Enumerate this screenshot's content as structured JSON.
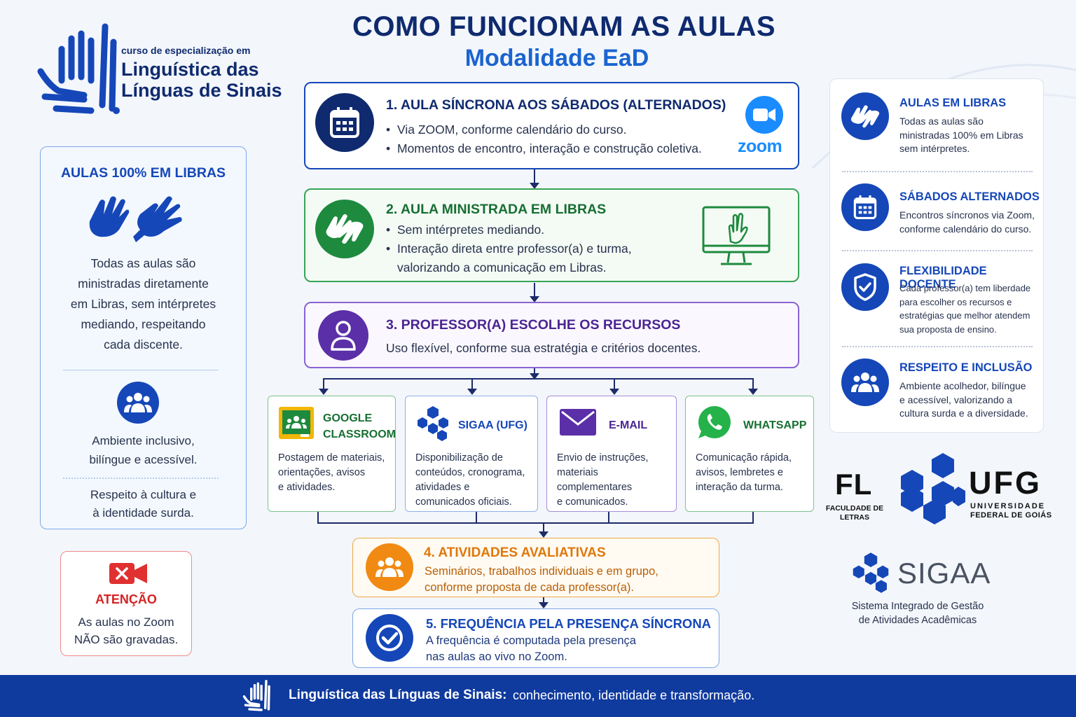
{
  "header": {
    "title": "COMO FUNCIONAM AS AULAS",
    "subtitle": "Modalidade EaD"
  },
  "logo": {
    "line1": "curso de especialização em",
    "line2": "Linguística das",
    "line3": "Línguas de Sinais"
  },
  "left_panel": {
    "title": "AULAS 100% EM LIBRAS",
    "text": [
      "Todas as aulas são",
      "ministradas diretamente",
      "em Libras, sem intérpretes",
      "mediando, respeitando",
      "cada discente."
    ],
    "inclusive": [
      "Ambiente inclusivo,",
      "bilíngue e acessível."
    ],
    "respect": [
      "Respeito à cultura e",
      "à identidade surda."
    ]
  },
  "attention": {
    "title": "ATENÇÃO",
    "text": [
      "As aulas no Zoom",
      "NÃO são gravadas."
    ]
  },
  "steps": [
    {
      "title": "1. AULA SÍNCRONA AOS SÁBADOS (ALTERNADOS)",
      "bullets": [
        "Via ZOOM, conforme calendário do curso.",
        "Momentos de encontro, interação e construção coletiva."
      ],
      "badge": "zoom",
      "color": "#1547b8"
    },
    {
      "title": "2. AULA MINISTRADA EM LIBRAS",
      "bullets": [
        "Sem intérpretes mediando.",
        "Interação direta entre professor(a) e turma,",
        "valorizando a comunicação em Libras."
      ],
      "color": "#1e8a3e"
    },
    {
      "title": "3. PROFESSOR(A) ESCOLHE OS RECURSOS",
      "text": "Uso flexível, conforme sua estratégia e critérios docentes.",
      "color": "#5b2fa8"
    },
    {
      "title": "4. ATIVIDADES AVALIATIVAS",
      "text": [
        "Seminários, trabalhos individuais e em grupo,",
        "conforme proposta de cada professor(a)."
      ],
      "color": "#e8860f"
    },
    {
      "title": "5. FREQUÊNCIA PELA PRESENÇA SÍNCRONA",
      "text": [
        "A frequência é computada pela presença",
        "nas aulas ao vivo no Zoom."
      ],
      "color": "#1547b8"
    }
  ],
  "tools": [
    {
      "title": [
        "GOOGLE",
        "CLASSROOM"
      ],
      "desc": [
        "Postagem de materiais,",
        "orientações, avisos",
        "e atividades."
      ],
      "color": "#1e8a3e"
    },
    {
      "title": [
        "SIGAA (UFG)"
      ],
      "desc": [
        "Disponibilização de",
        "conteúdos, cronograma,",
        "atividades e",
        "comunicados oficiais."
      ],
      "color": "#1547b8"
    },
    {
      "title": [
        "E-MAIL"
      ],
      "desc": [
        "Envio de instruções,",
        "materiais complementares",
        "e comunicados."
      ],
      "color": "#5b2fa8"
    },
    {
      "title": [
        "WHATSAPP"
      ],
      "desc": [
        "Comunicação rápida,",
        "avisos, lembretes e",
        "interação da turma."
      ],
      "color": "#1e8a3e"
    }
  ],
  "right_panel": [
    {
      "title": "AULAS EM LIBRAS",
      "desc": [
        "Todas as aulas são",
        "ministradas 100% em Libras",
        "sem intérpretes."
      ],
      "icon": "hands-icon"
    },
    {
      "title": "SÁBADOS ALTERNADOS",
      "desc": [
        "Encontros síncronos via Zoom,",
        "conforme calendário do curso."
      ],
      "icon": "calendar-icon"
    },
    {
      "title": "FLEXIBILIDADE DOCENTE",
      "desc": [
        "Cada professor(a) tem liberdade",
        "para escolher os recursos e",
        "estratégias que melhor atendem",
        "sua proposta de ensino."
      ],
      "icon": "shield-icon"
    },
    {
      "title": "RESPEITO E INCLUSÃO",
      "desc": [
        "Ambiente acolhedor, bilíngue",
        "e acessível, valorizando a",
        "cultura surda e a diversidade."
      ],
      "icon": "people-icon"
    }
  ],
  "institutions": {
    "fl": "FL",
    "fl_name": [
      "FACULDADE DE",
      "LETRAS"
    ],
    "ufg": "UFG",
    "ufg_name": [
      "UNIVERSIDADE",
      "FEDERAL DE GOIÁS"
    ],
    "sigaa": "SIGAA",
    "sigaa_name": [
      "Sistema Integrado de Gestão",
      "de Atividades Acadêmicas"
    ]
  },
  "footer": {
    "brand": "Linguística das Línguas de Sinais:",
    "tagline": "conhecimento, identidade e transformação."
  },
  "colors": {
    "navy": "#0f2a6e",
    "blue": "#1547b8",
    "green": "#1e8a3e",
    "purple": "#5b2fa8",
    "orange": "#e8860f",
    "red": "#e03030"
  }
}
